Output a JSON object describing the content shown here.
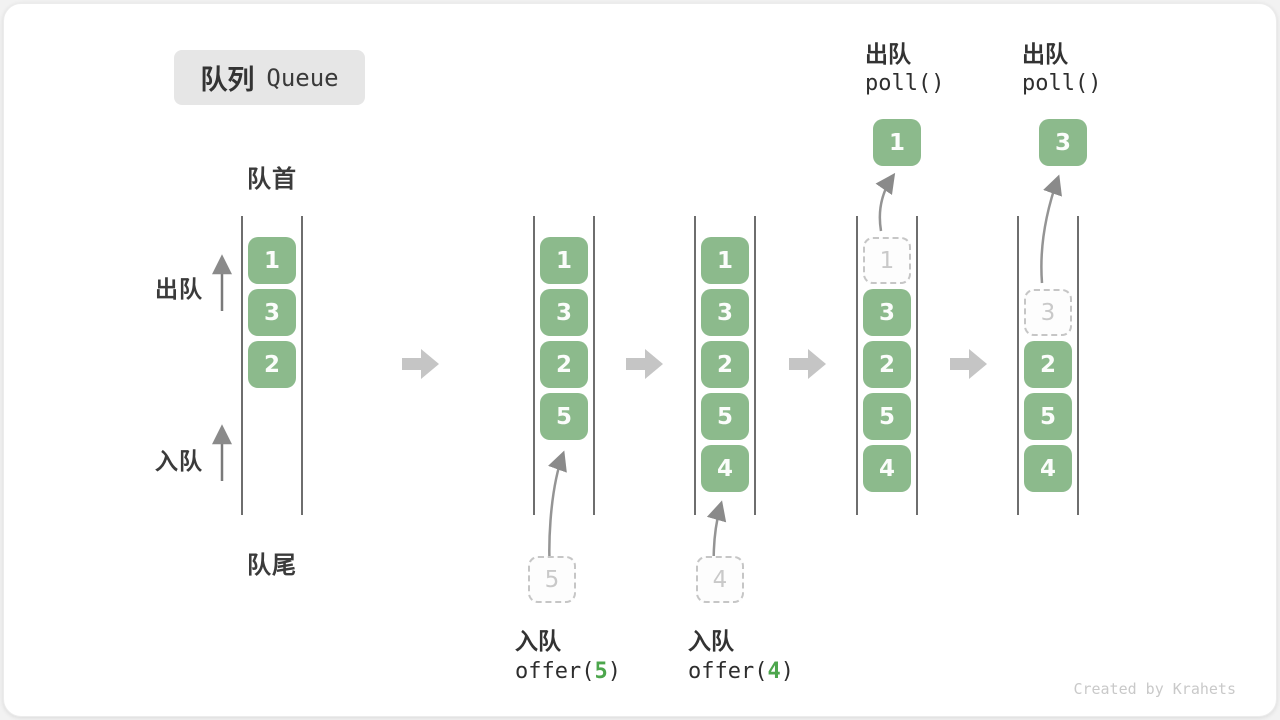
{
  "title": {
    "zh": "队列",
    "en": "Queue"
  },
  "side_labels": {
    "front": "队首",
    "rear": "队尾",
    "dequeue": "出队",
    "enqueue": "入队"
  },
  "queues": [
    {
      "name": "state-1",
      "slots": [
        "1",
        "3",
        "2"
      ]
    },
    {
      "name": "state-2",
      "slots": [
        "1",
        "3",
        "2",
        "5"
      ],
      "incoming": "5"
    },
    {
      "name": "state-3",
      "slots": [
        "1",
        "3",
        "2",
        "5",
        "4"
      ],
      "incoming": "4"
    },
    {
      "name": "state-4",
      "slots": [
        "1",
        "3",
        "2",
        "5",
        "4"
      ],
      "ghost_slot": 0
    },
    {
      "name": "state-5",
      "slots": [
        "3",
        "2",
        "5",
        "4"
      ],
      "ghost_slot": 0
    }
  ],
  "operations": [
    {
      "id": "enqueue-5",
      "label": "入队",
      "code_prefix": "offer(",
      "arg": "5",
      "code_suffix": ")"
    },
    {
      "id": "enqueue-4",
      "label": "入队",
      "code_prefix": "offer(",
      "arg": "4",
      "code_suffix": ")"
    },
    {
      "id": "dequeue-1",
      "label": "出队",
      "code": "poll()",
      "result": "1"
    },
    {
      "id": "dequeue-3",
      "label": "出队",
      "code": "poll()",
      "result": "3"
    }
  ],
  "watermark": "Created by Krahets",
  "colors": {
    "block_green": "#8cba8c",
    "code_arg_green": "#4ca64c",
    "state_arrow_gray": "#c5c5c5",
    "flow_arrow_gray": "#8a8a8a",
    "title_box_bg": "#e6e6e6",
    "rail_gray": "#6e6e6e"
  }
}
